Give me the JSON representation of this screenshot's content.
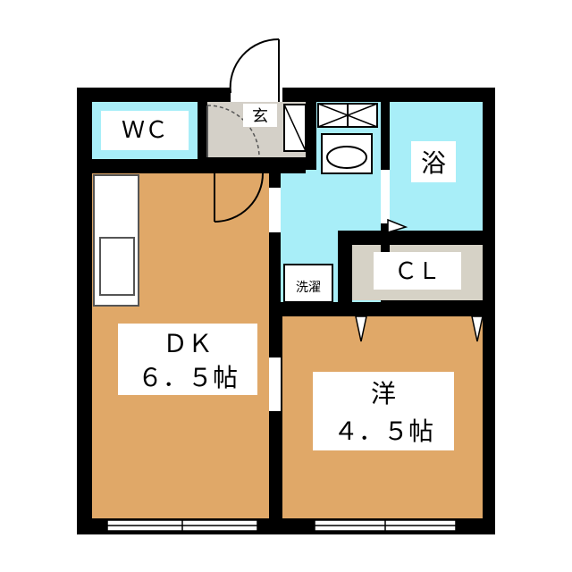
{
  "floorplan": {
    "rooms": {
      "wc": {
        "label": "ＷＣ"
      },
      "entrance": {
        "label": "玄"
      },
      "bath": {
        "label": "浴"
      },
      "closet": {
        "label": "ＣＬ"
      },
      "laundry": {
        "label": "洗濯"
      },
      "dk": {
        "line1": "ＤＫ",
        "line2": "６．５帖"
      },
      "western": {
        "line1": "洋",
        "line2": "４．５帖"
      }
    },
    "colors": {
      "wall": "#000000",
      "wood_floor": "#e0a868",
      "wet_area": "#a8eef8",
      "entrance_tile": "#d4d0c8",
      "closet": "#d6d2c6",
      "window": "#ffffff"
    }
  }
}
